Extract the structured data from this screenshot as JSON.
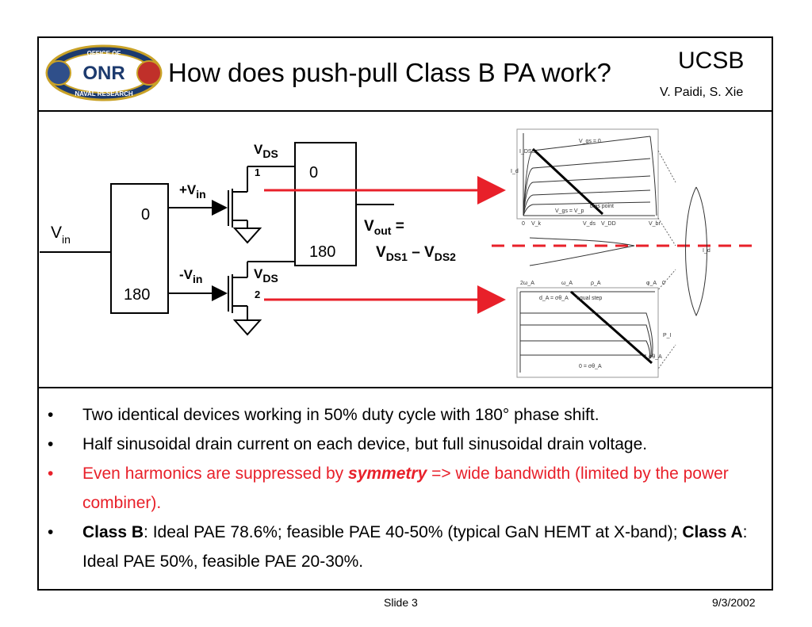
{
  "header": {
    "title": "How does push-pull Class B PA work?",
    "institution": "UCSB",
    "authors": "V. Paidi, S. Xie",
    "logo": {
      "top_text": "OFFICE OF",
      "mid_text": "ONR",
      "bottom_text": "NAVAL RESEARCH"
    }
  },
  "diagram": {
    "vin_label": "V",
    "vin_sub": "in",
    "splitter_top": "0",
    "splitter_bottom": "180",
    "plus_vin": "+V",
    "plus_vin_sub": "in",
    "minus_vin": "-V",
    "minus_vin_sub": "in",
    "vds1_main": "V",
    "vds1_sub": "DS",
    "vds1_idx": "1",
    "vds2_main": "V",
    "vds2_sub": "DS",
    "vds2_idx": "2",
    "combiner_top": "0",
    "combiner_bottom": "180",
    "vout_main": "V",
    "vout_sub": "out",
    "vout_eq": " =",
    "vout_rhs1": "V",
    "vout_rhs1_sub": "DS1",
    "vout_minus": " – ",
    "vout_rhs2": "V",
    "vout_rhs2_sub": "DS2",
    "iv_top": {
      "vgs_zero": "V_gs = 0",
      "idss": "I_DSS",
      "id": "I_d",
      "vgs_vp": "V_gs = V_p",
      "bias_point": "bias point",
      "x0": "0",
      "xvk": "V_k",
      "xvds": "V_ds",
      "xvdd": "V_DD",
      "xvbr": "V_br"
    },
    "iv_bottom": {
      "id_label": "I_d",
      "top_ticks": [
        "2ω_A",
        "ω_A",
        "ρ_A",
        "φ_A",
        "0"
      ],
      "d_label": "d_A = σθ_A",
      "mid_label": "equal step",
      "p_label": "P_I",
      "bottom_label": "0 = σθ_A",
      "x_end": "σθ_A"
    }
  },
  "bullets": [
    {
      "parts": [
        {
          "t": "Two identical devices working in 50% duty cycle with 180° phase shift.",
          "s": "normal"
        }
      ]
    },
    {
      "parts": [
        {
          "t": "Half sinusoidal drain current on each device, but full sinusoidal drain voltage.",
          "s": "normal"
        }
      ]
    },
    {
      "parts": [
        {
          "t": "Even harmonics are suppressed by ",
          "s": "red"
        },
        {
          "t": "symmetry",
          "s": "red-bi"
        },
        {
          "t": " => wide bandwidth (limited by the power combiner).",
          "s": "red"
        }
      ]
    },
    {
      "parts": [
        {
          "t": "Class B",
          "s": "bold"
        },
        {
          "t": ": Ideal PAE 78.6%; feasible PAE 40-50%  (typical GaN HEMT at X-band);  ",
          "s": "normal"
        },
        {
          "t": "Class A",
          "s": "bold"
        },
        {
          "t": ": Ideal PAE 50%, feasible PAE 20-30%.",
          "s": "normal"
        }
      ]
    }
  ],
  "footer": {
    "slide": "Slide 3",
    "date": "9/3/2002"
  },
  "colors": {
    "accent_red": "#e8202a",
    "text": "#000000"
  }
}
